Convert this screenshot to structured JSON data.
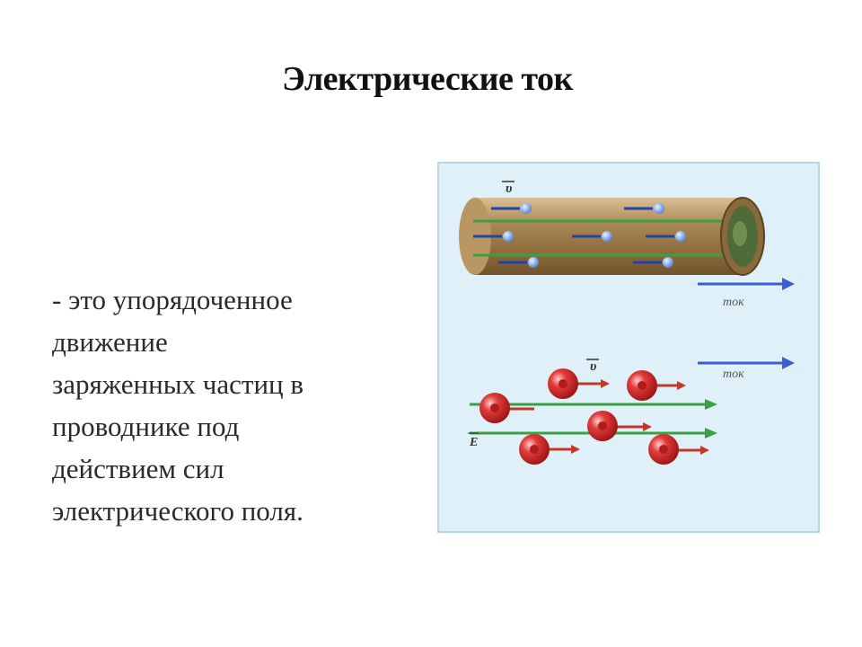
{
  "slide": {
    "title": "Электрические ток",
    "definition_lines": [
      "- это  упорядоченное",
      "движение",
      "заряженных частиц в",
      "проводнике под",
      "действием сил",
      "электрического поля."
    ]
  },
  "illustration": {
    "velocity_symbol": "υ",
    "field_symbol": "E",
    "current_label": "ток",
    "colors": {
      "panel_bg": "#dff0f8",
      "panel_border": "#b9d4e2",
      "conductor": "#a98652",
      "field_line": "#3aa043",
      "current_arrow": "#3a5fd0",
      "charge": "#d42a2a"
    }
  }
}
